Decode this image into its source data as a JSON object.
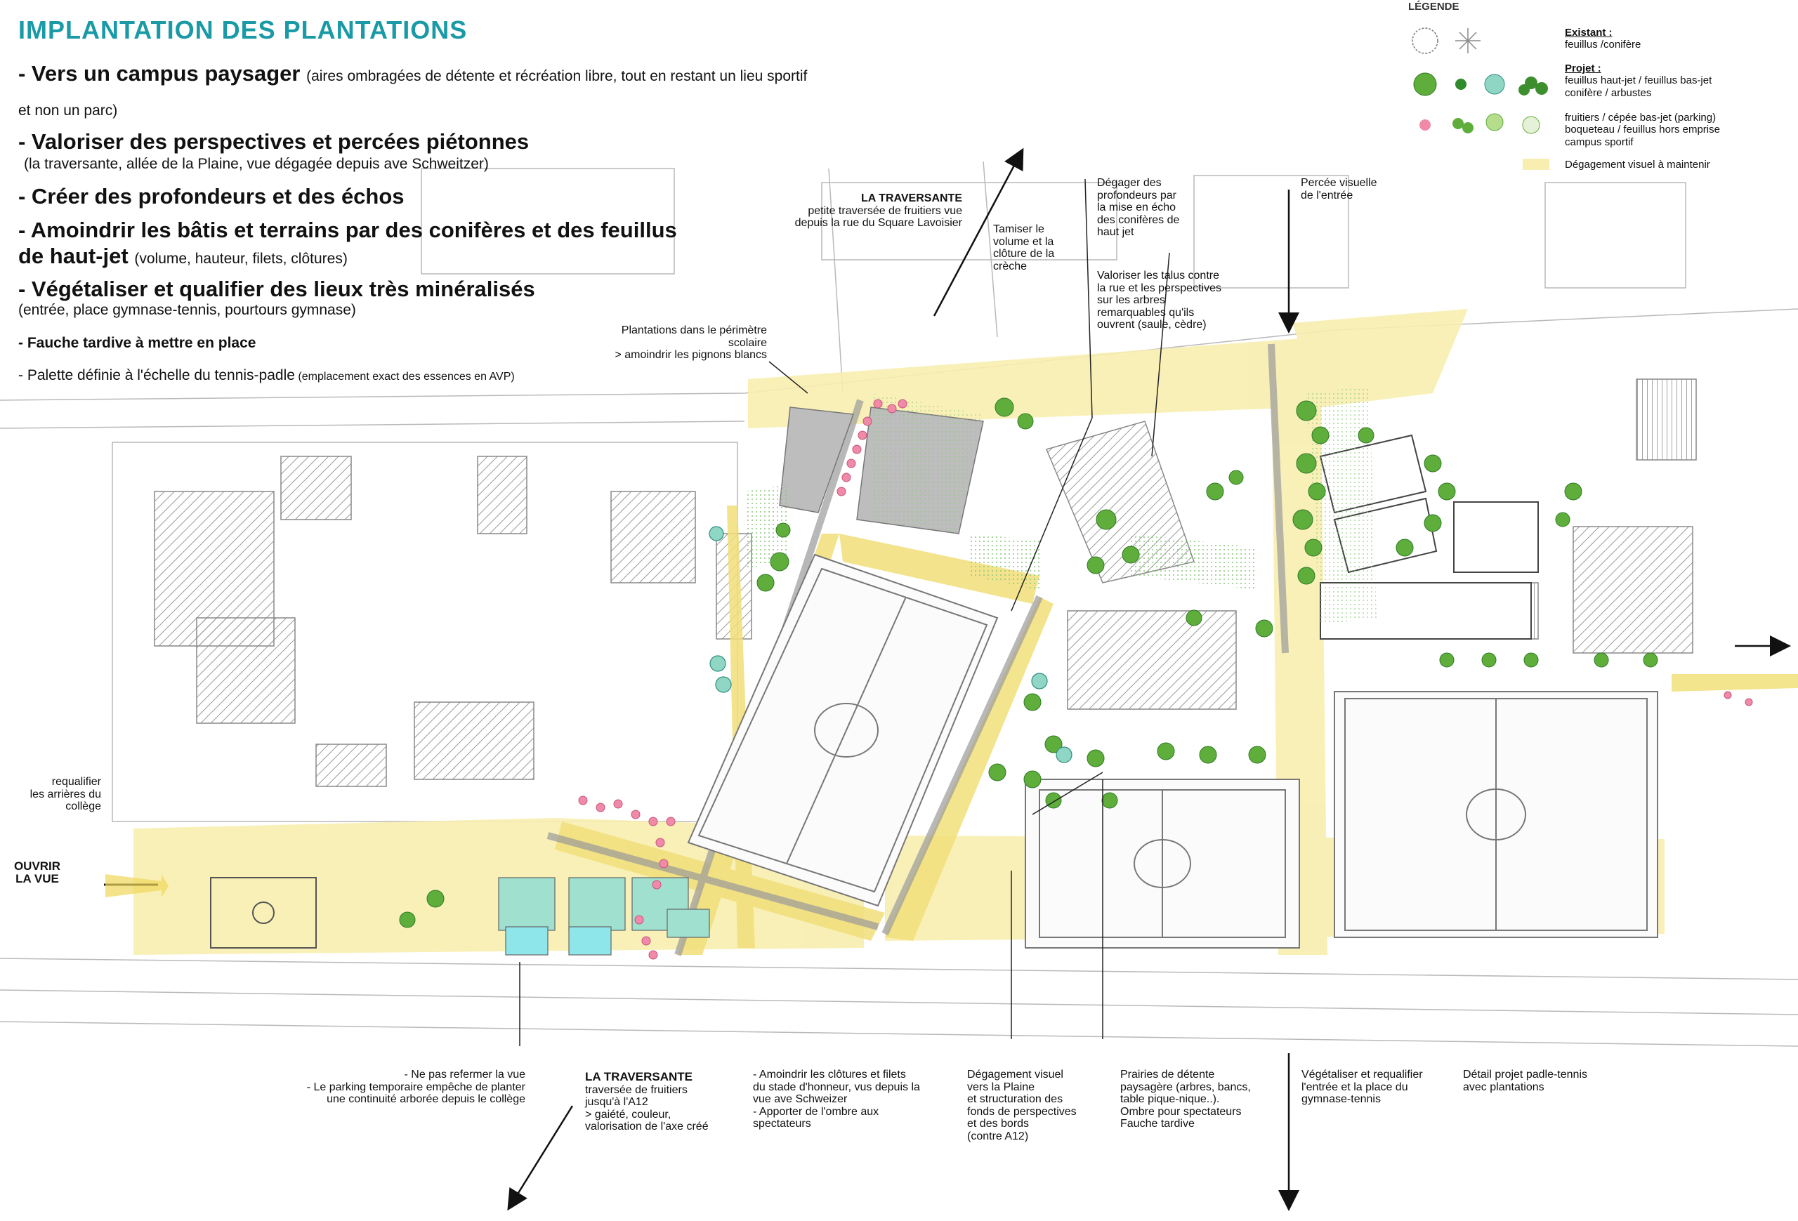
{
  "title": "IMPLANTATION DES PLANTATIONS",
  "objectives": [
    {
      "head": "- Vers un campus paysager",
      "detail": "(aires ombragées de détente et récréation libre, tout en restant un lieu sportif"
    },
    {
      "continuation": "et non un parc)"
    },
    {
      "head": "- Valoriser des perspectives et percées piétonnes",
      "detail": "(la traversante, allée de la Plaine, vue dégagée depuis ave Schweitzer)"
    },
    {
      "head": "- Créer des profondeurs et des échos"
    },
    {
      "head": "- Amoindrir les bâtis et terrains par des conifères et des feuillus",
      "head2": "de haut-jet",
      "detail": "(volume, hauteur, filets, clôtures)"
    },
    {
      "head": "- Végétaliser et qualifier des lieux très minéralisés",
      "detail": "(entrée, place gymnase-tennis, pourtours gymnase)"
    }
  ],
  "bullets": [
    {
      "head": "- Fauche tardive à mettre en place"
    },
    {
      "head": "- Palette définie à l'échelle du tennis-padle",
      "detail": "(emplacement exact des essences en AVP)"
    }
  ],
  "legend": {
    "title": "LÉGENDE",
    "existant_head": "Existant :",
    "existant_body": "feuillus /conifère",
    "projet_head": "Projet :",
    "projet_line1": "feuillus haut-jet / feuillus bas-jet",
    "projet_line2": "conifère / arbustes",
    "fruit_line1": "fruitiers / cépée bas-jet (parking)",
    "fruit_line2": "boqueteau / feuillus hors emprise",
    "fruit_line3": "campus sportif",
    "degagement": "Dégagement visuel à maintenir"
  },
  "annotations": {
    "traversante_top_title": "LA TRAVERSANTE",
    "traversante_top_l1": "petite traversée de fruitiers vue",
    "traversante_top_l2": "depuis la rue du Square Lavoisier",
    "tamiser": [
      "Tamiser le",
      "volume et la",
      "clôture de la",
      "crèche"
    ],
    "degager": [
      "Dégager des",
      "profondeurs par",
      "la mise en écho",
      "des conifères de",
      "haut jet"
    ],
    "valoriser": [
      "Valoriser les talus contre",
      "la rue et les perspectives",
      "sur les arbres",
      "remarquables qu'ils",
      "ouvrent (saule, cèdre)"
    ],
    "percee": [
      "Percée visuelle",
      "de l'entrée"
    ],
    "plantations": [
      "Plantations dans le périmètre",
      "scolaire",
      "> amoindrir les pignons blancs"
    ],
    "requalifier": [
      "requalifier",
      "les arrières du",
      "collège"
    ],
    "ouvrir": [
      "OUVRIR",
      "LA VUE"
    ],
    "ne_pas": [
      "- Ne pas refermer la vue",
      "- Le parking temporaire empêche de planter",
      "une continuité arborée depuis le collège"
    ],
    "traversante_bot_title": "LA TRAVERSANTE",
    "traversante_bot": [
      "traversée de fruitiers",
      "jusqu'à l'A12",
      "> gaiété, couleur,",
      "valorisation de l'axe créé"
    ],
    "amoindrir": [
      "- Amoindrir les clôtures et filets",
      "du stade d'honneur, vus depuis la",
      "vue ave Schweizer",
      "- Apporter de l'ombre aux",
      "spectateurs"
    ],
    "degagement_visuel": [
      "Dégagement visuel",
      "vers la Plaine",
      "et structuration des",
      "fonds de perspectives",
      "et des bords",
      "(contre A12)"
    ],
    "prairies": [
      "Prairies de détente",
      "paysagère (arbres, bancs,",
      "table pique-nique..).",
      "Ombre pour spectateurs",
      "Fauche tardive"
    ],
    "vegetaliser": [
      "Végétaliser et requalifier",
      "l'entrée et la place du",
      "gymnase-tennis"
    ],
    "detail_padle": [
      "Détail projet padle-tennis",
      "avec plantations"
    ]
  },
  "colors": {
    "title": "#1a9aa6",
    "degagement_yellow": "#f8eeb0",
    "path_yellow": "#f1df7a",
    "tree_green": "#5fae3c",
    "tree_dark": "#2f8a2b",
    "fruit_pink": "#f08aa8",
    "conifer_teal": "#8fd6c5",
    "court_cyan": "#8fe6ea",
    "lawn_green": "#cfe9c2"
  }
}
